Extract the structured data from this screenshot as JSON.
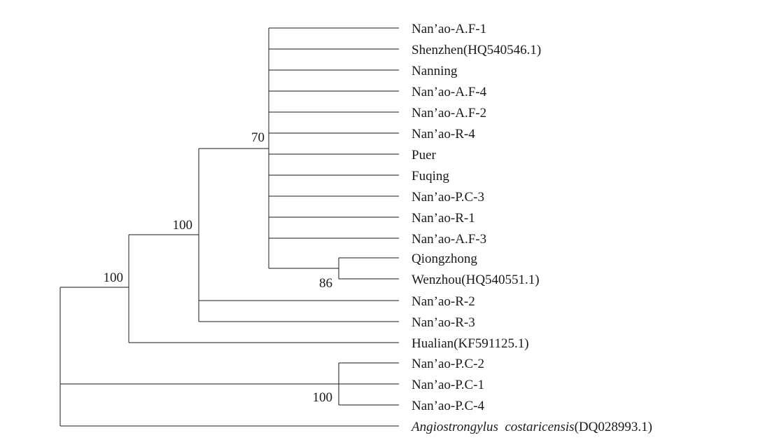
{
  "tree": {
    "taxa": [
      "Nan’ao-A.F-1",
      "Shenzhen(HQ540546.1)",
      "Nanning",
      "Nan’ao-A.F-4",
      "Nan’ao-A.F-2",
      "Nan’ao-R-4",
      "Puer",
      "Fuqing",
      "Nan’ao-P.C-3",
      "Nan’ao-R-1",
      "Nan’ao-A.F-3",
      "Qiongzhong",
      "Wenzhou(HQ540551.1)",
      "Nan’ao-R-2",
      "Nan’ao-R-3",
      "Hualian(KF591125.1)",
      "Nan’ao-P.C-2",
      "Nan’ao-P.C-1",
      "Nan’ao-P.C-4"
    ],
    "outgroup": {
      "italic_part": "Angiostrongylus  costaricensis",
      "suffix": "(DQ028993.1)"
    },
    "bootstrap": {
      "clade_70": "70",
      "clade_86": "86",
      "clade_100_inner": "100",
      "clade_100_outer": "100",
      "clade_100_pc": "100"
    }
  }
}
